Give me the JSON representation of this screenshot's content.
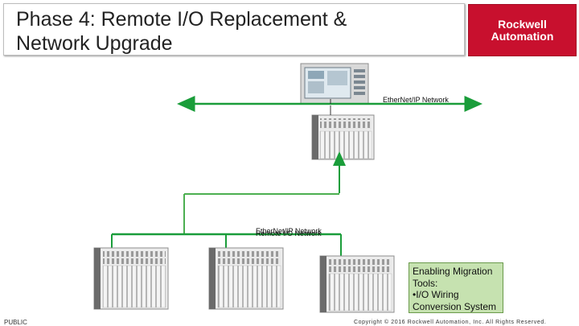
{
  "header": {
    "title_line1": "Phase 4: Remote I/O Replacement &",
    "title_line2": "Network Upgrade"
  },
  "logo": {
    "line1": "Rockwell",
    "line2": "Automation",
    "color": "#c8102e"
  },
  "diagram": {
    "top_network_label": "EtherNet/IP Network",
    "remote_network_label_a": "EtherNet/IP Network",
    "remote_network_label_b": "Remote I/O Network",
    "network_line_color": "#1a9d3a",
    "drop_line_color": "#4caf50"
  },
  "tools_box": {
    "line1": "Enabling Migration",
    "line2": "Tools:",
    "line3": "•I/O Wiring",
    "line4": "Conversion System"
  },
  "footer": {
    "left": "PUBLIC",
    "right": "Copyright © 2016 Rockwell Automation, Inc. All Rights Reserved."
  }
}
